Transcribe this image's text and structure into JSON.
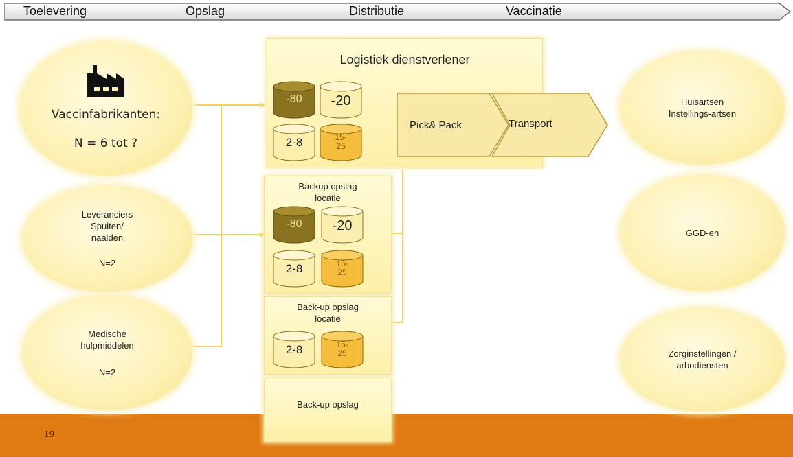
{
  "phases": [
    "Toelevering",
    "Opslag",
    "Distributie",
    "Vaccinatie"
  ],
  "suppliers": {
    "vaccine": {
      "label": "Vaccinfabrikanten:",
      "count": "N = 6 tot ?",
      "icon": "factory-icon"
    },
    "syringes": {
      "label_lines": [
        "Leveranciers",
        "Spuiten/",
        "naalden"
      ],
      "count": "N=2"
    },
    "medical": {
      "label_lines": [
        "Medische",
        "hulpmiddelen"
      ],
      "count": "N=2"
    }
  },
  "logistics": {
    "title": "Logistiek dienstverlener",
    "temps": [
      "-80",
      "-20",
      "2-8",
      "15-\n25"
    ],
    "pick_pack": "Pick& Pack",
    "transport": "Transport"
  },
  "backup1": {
    "title_lines": [
      "Backup opslag",
      "locatie"
    ],
    "temps": [
      "-80",
      "-20",
      "2-8",
      "15-\n25"
    ]
  },
  "backup2": {
    "title_lines": [
      "Back-up opslag",
      "locatie"
    ],
    "temps": [
      "2-8",
      "15-\n25"
    ]
  },
  "backup3": {
    "title": "Back-up opslag"
  },
  "recipients": [
    {
      "lines": [
        "Huisartsen",
        "Instellings-artsen"
      ]
    },
    {
      "lines": [
        "GGD-en"
      ]
    },
    {
      "lines": [
        "Zorginstellingen /",
        "arbodiensten"
      ]
    }
  ],
  "page_number": "19",
  "colors": {
    "orange_band": "#e07b13",
    "dark_cylinder": "#8a7320",
    "orange_cylinder": "#f6bd3c",
    "light_cylinder": "#fbefb0",
    "connector": "#f3d35a"
  }
}
